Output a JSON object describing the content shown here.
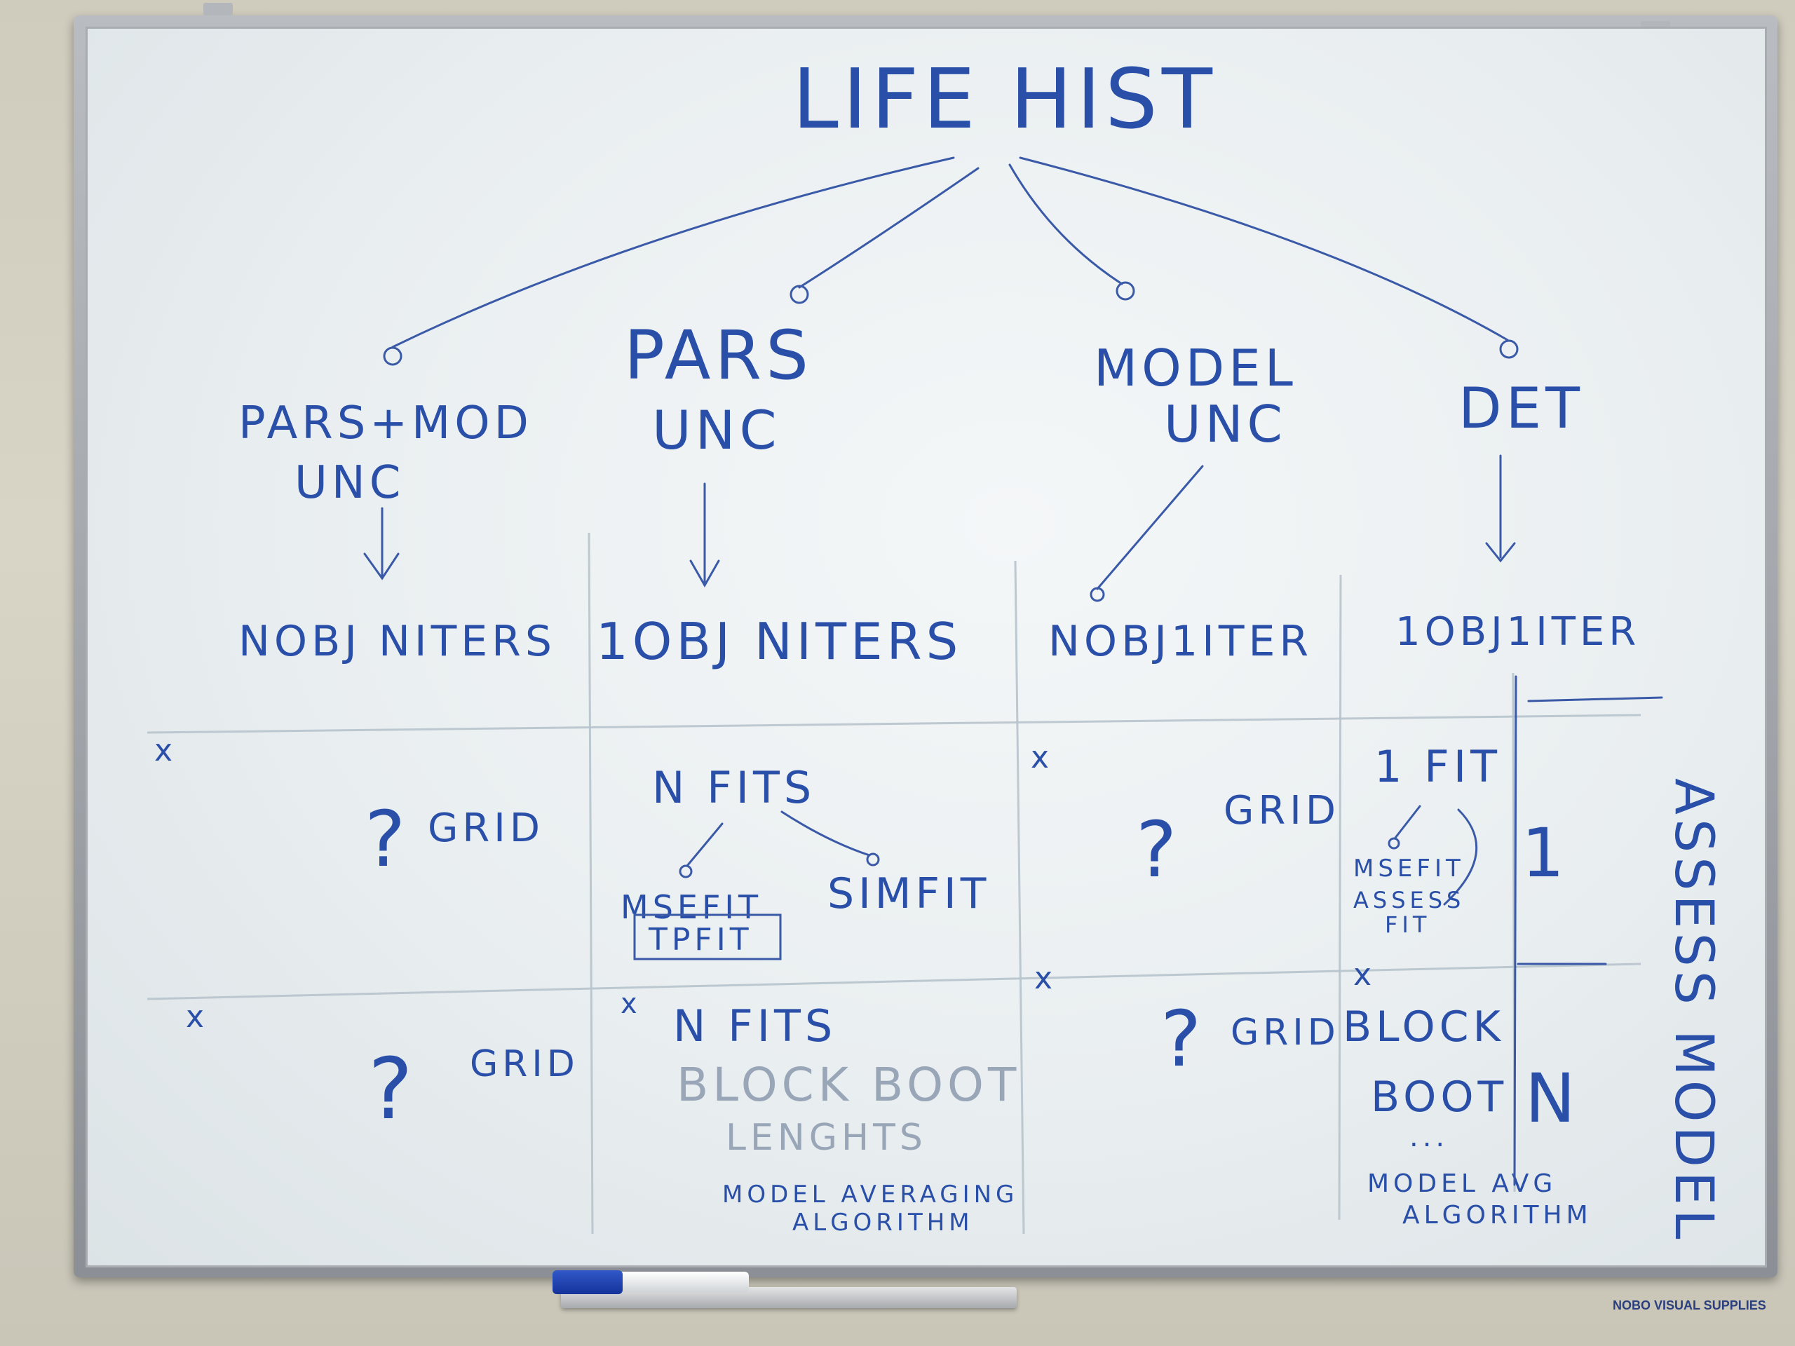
{
  "colors": {
    "ink": "#2a4fa8",
    "board": "#eef2f3",
    "frame": "#9ea2a7"
  },
  "root": "LIFE HIST",
  "branches": [
    {
      "top": "PARS+MOD",
      "bottom": "UNC",
      "obj": "NOBJ NITERS"
    },
    {
      "top": "PARS",
      "bottom": "UNC",
      "obj": "1OBJ NITERS"
    },
    {
      "top": "MODEL",
      "bottom": "UNC",
      "obj": "NOBJ1ITER"
    },
    {
      "top": "DET",
      "bottom": "",
      "obj": "1OBJ1ITER"
    }
  ],
  "cells": {
    "q": "?",
    "grid": "GRID",
    "nfits": "N FITS",
    "msefit": "MSEFIT",
    "tpfit": "TPFIT",
    "simfit": "SIMFIT",
    "nfits2": "N FITS",
    "block_boot": "BLOCK BOOT",
    "lenghts": "LENGHTS",
    "model_averaging_1": "MODEL AVERAGING",
    "model_averaging_2": "ALGORITHM",
    "one_fit": "1 FIT",
    "msefit_small": "MSEFIT",
    "assess_fit_1": "ASSESS",
    "assess_fit_2": "FIT",
    "block": "BLOCK",
    "boot": "BOOT",
    "dots": "...",
    "model_avg_1": "MODEL AVG",
    "model_avg_2": "ALGORITHM",
    "one": "1",
    "n": "N",
    "assess_model": "ASSESS MODEL",
    "x": "x"
  },
  "brand": "NOBO VISUAL SUPPLIES"
}
